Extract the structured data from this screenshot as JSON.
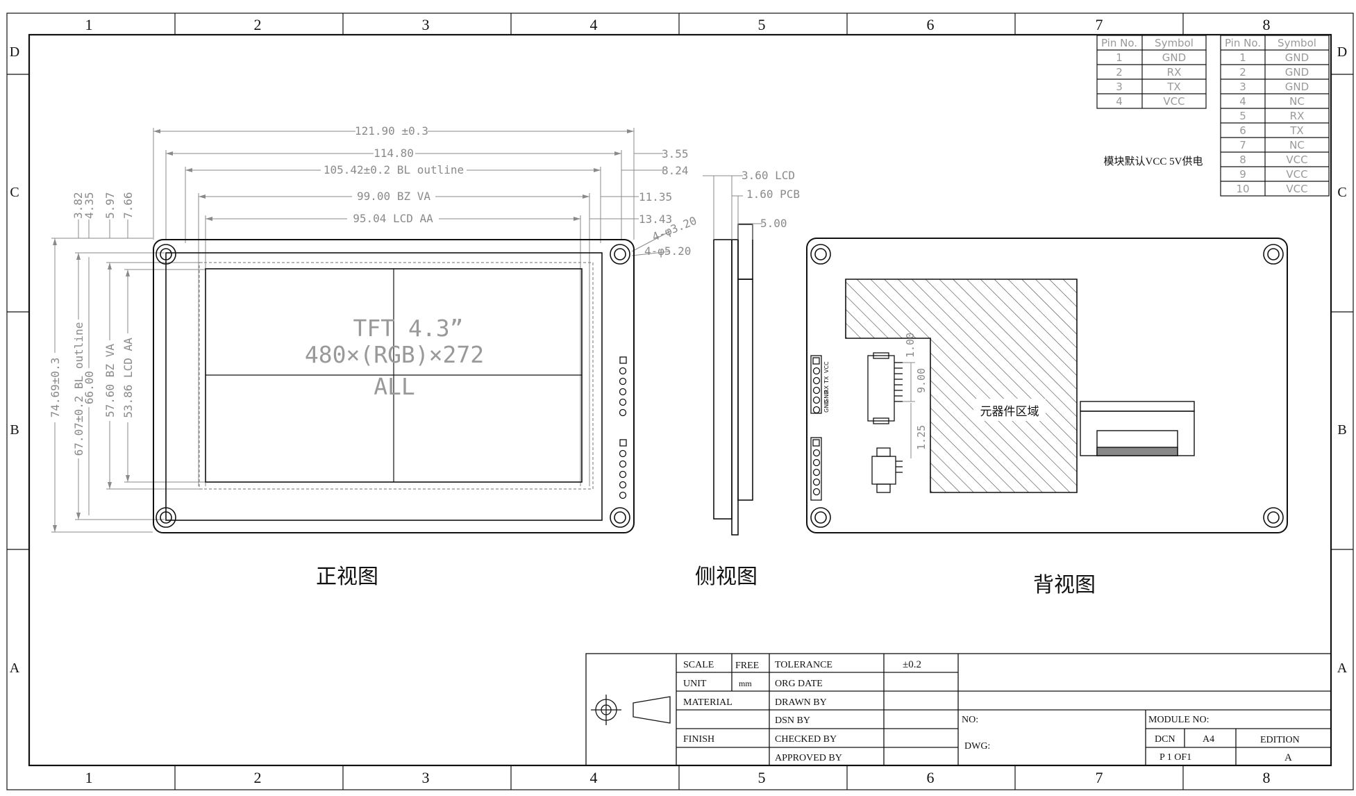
{
  "frame": {
    "columns": [
      "1",
      "2",
      "3",
      "4",
      "5",
      "6",
      "7",
      "8"
    ],
    "rows": [
      "D",
      "C",
      "B",
      "A"
    ]
  },
  "pin_table_a": {
    "headers": [
      "Pin No.",
      "Symbol"
    ],
    "rows": [
      [
        "1",
        "GND"
      ],
      [
        "2",
        "RX"
      ],
      [
        "3",
        "TX"
      ],
      [
        "4",
        "VCC"
      ]
    ]
  },
  "pin_table_b": {
    "headers": [
      "Pin No.",
      "Symbol"
    ],
    "rows": [
      [
        "1",
        "GND"
      ],
      [
        "2",
        "GND"
      ],
      [
        "3",
        "GND"
      ],
      [
        "4",
        "NC"
      ],
      [
        "5",
        "RX"
      ],
      [
        "6",
        "TX"
      ],
      [
        "7",
        "NC"
      ],
      [
        "8",
        "VCC"
      ],
      [
        "9",
        "VCC"
      ],
      [
        "10",
        "VCC"
      ]
    ]
  },
  "power_note": "模块默认VCC 5V供电",
  "front_view": {
    "caption": "正视图",
    "screen_lines": [
      "TFT 4.3”",
      "480×(RGB)×272",
      "ALL"
    ],
    "h_dims": [
      "121.90 ±0.3",
      "114.80",
      "105.42±0.2 BL outline",
      "99.00 BZ VA",
      "95.04 LCD AA"
    ],
    "right_dims": [
      "3.55",
      "8.24",
      "11.35",
      "13.43"
    ],
    "holes": [
      "4-φ3.20",
      "4-φ5.20"
    ],
    "top_dims": [
      "3.82",
      "4.35",
      "5.97",
      "7.66"
    ],
    "v_dims": [
      "74.69±0.3",
      "67.07±0.2 BL outline",
      "66.00",
      "57.60 BZ VA",
      "53.86 LCD AA"
    ]
  },
  "side_view": {
    "caption": "侧视图",
    "dims": [
      "3.60 LCD",
      "1.60 PCB",
      "5.00"
    ]
  },
  "back_view": {
    "caption": "背视图",
    "component_area": "元器件区域",
    "dims": [
      "1.00",
      "9.00",
      "1.25"
    ],
    "pin_labels": [
      "VCC",
      "TX",
      "RX",
      "GND",
      "GND"
    ]
  },
  "title_block": {
    "scale_label": "SCALE",
    "scale_value": "FREE",
    "unit_label": "UNIT",
    "unit_value": "mm",
    "material_label": "MATERIAL",
    "finish_label": "FINISH",
    "tolerance_label": "TOLERANCE",
    "tolerance_value": "±0.2",
    "org_date_label": "ORG DATE",
    "drawn_by_label": "DRAWN BY",
    "dsn_by_label": "DSN BY",
    "checked_by_label": "CHECKED BY",
    "approved_by_label": "APPROVED BY",
    "no_label": "NO:",
    "dwg_label": "DWG:",
    "module_no_label": "MODULE NO:",
    "dcn_label": "DCN",
    "size_value": "A4",
    "edition_label": "EDITION",
    "page_value": "P  1 OF1",
    "edition_value": "A"
  },
  "colors": {
    "line": "#111111",
    "dim": "#8a8a8a",
    "hatch": "#444444"
  }
}
